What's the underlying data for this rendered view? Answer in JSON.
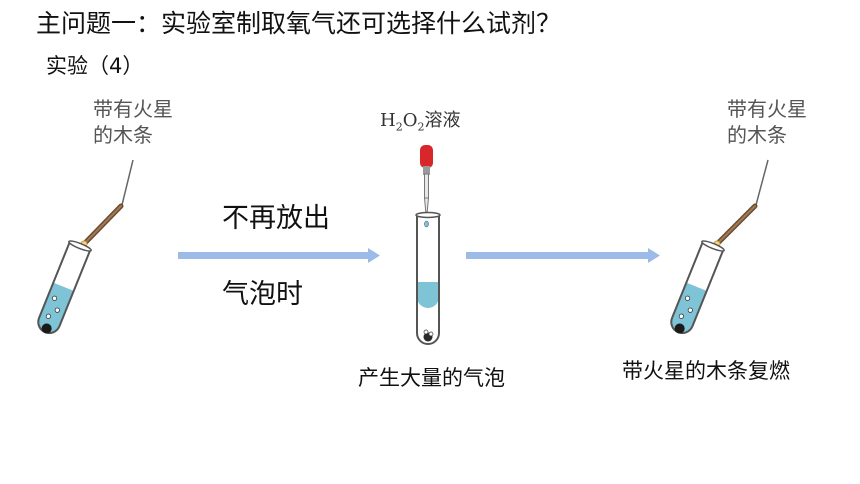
{
  "title": "主问题一：实验室制取氧气还可选择什么试剂？",
  "subtitle": "实验（4）",
  "left_label": [
    "带有火星",
    "的木条"
  ],
  "right_label": [
    "带有火星",
    "的木条"
  ],
  "reagent": {
    "h": "H",
    "two": "2",
    "o": "O",
    "two_b": "2",
    "name": "溶液"
  },
  "condition": [
    "不再放出",
    "气泡时"
  ],
  "middle_caption": "产生大量的气泡",
  "right_caption": "带火星的木条复燃",
  "colors": {
    "liquid": "#7ec3d6",
    "arrow": "#9dbbe8",
    "dropper_bulb": "#d9262b",
    "tube_outline": "#555555"
  }
}
